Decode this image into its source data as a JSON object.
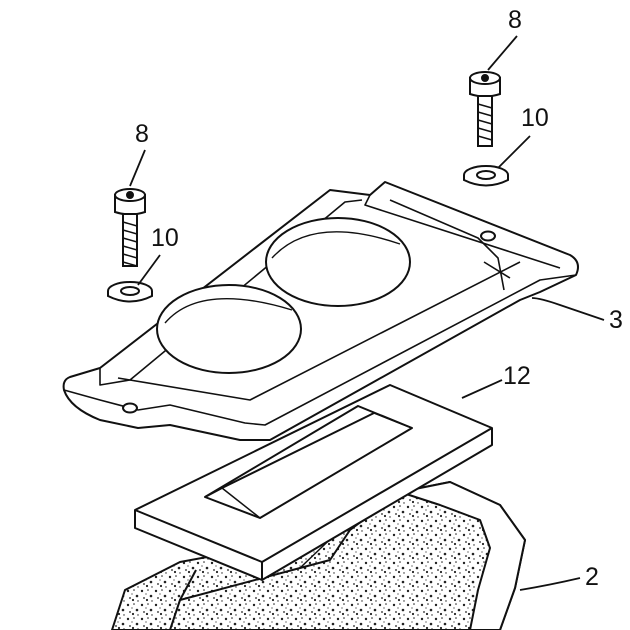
{
  "callouts": {
    "screw_right": "8",
    "washer_right": "10",
    "screw_left": "8",
    "washer_left": "10",
    "bracket": "3",
    "gasket": "12",
    "base": "2"
  }
}
